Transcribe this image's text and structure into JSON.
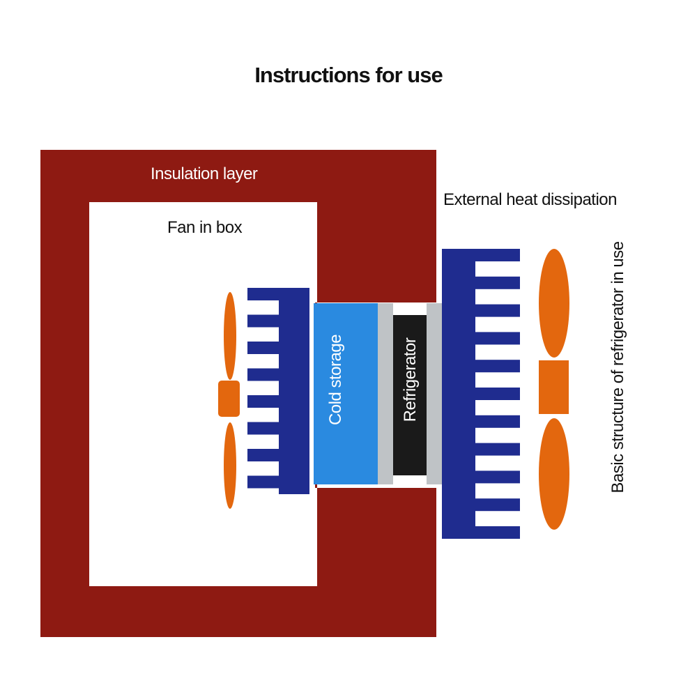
{
  "title": "Instructions for use",
  "labels": {
    "insulation_layer": "Insulation layer",
    "fan_in_box": "Fan in box",
    "external_heat_dissipation": "External heat dissipation",
    "cold_storage": "Cold storage",
    "refrigerator": "Refrigerator",
    "basic_structure": "Basic structure of refrigerator in use"
  },
  "colors": {
    "insulation": "#8E1A12",
    "heat_sink": "#1F2C8F",
    "cold_storage": "#2A8AE0",
    "refrigerator": "#1A1A1A",
    "plate": "#BFC3C6",
    "fan": "#E3670E",
    "background": "#FFFFFF"
  },
  "icons": {
    "inner_fan": "fan-icon",
    "outer_fan": "fan-icon",
    "inner_heat_sink": "heat-sink-icon",
    "outer_heat_sink": "heat-sink-icon"
  }
}
